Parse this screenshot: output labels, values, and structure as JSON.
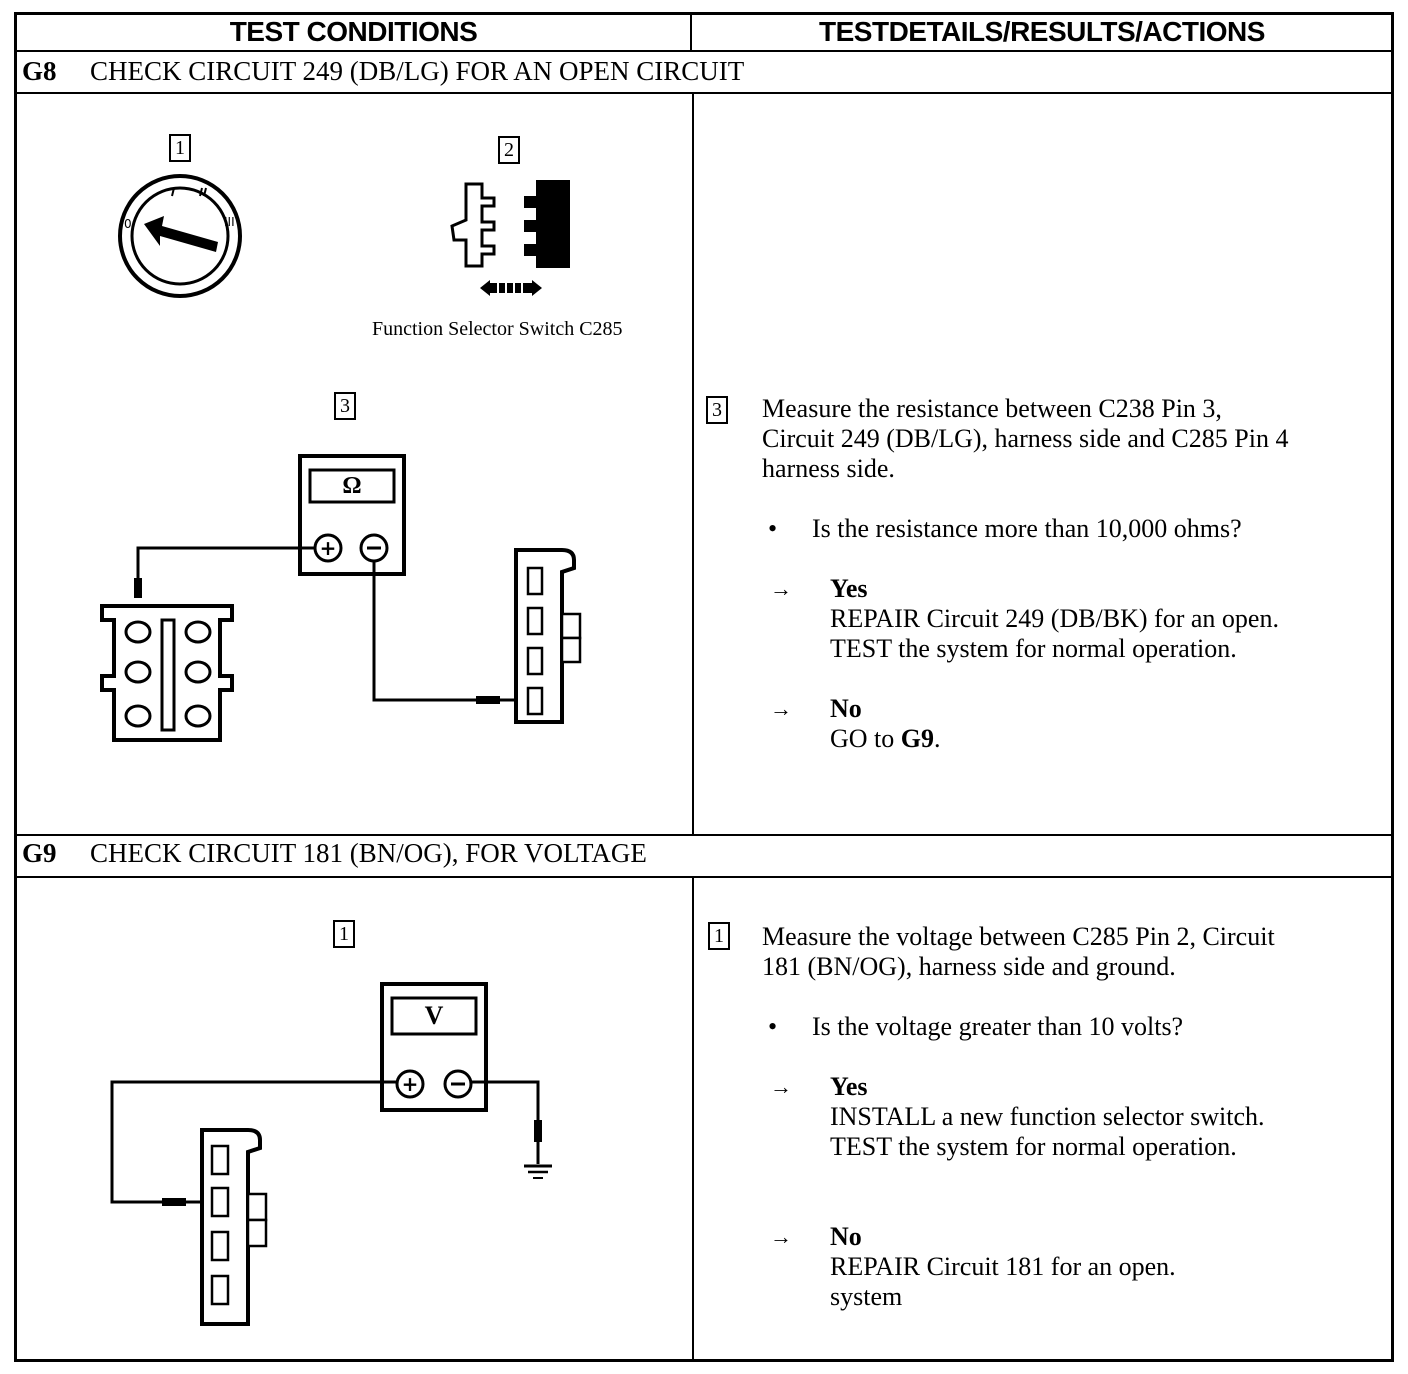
{
  "header": {
    "left": "TEST CONDITIONS",
    "right": "TESTDETAILS/RESULTS/ACTIONS"
  },
  "g8": {
    "code": "G8",
    "title": "CHECK CIRCUIT 249 (DB/LG) FOR AN OPEN CIRCUIT",
    "diagram": {
      "box1": "1",
      "box2": "2",
      "box3": "3",
      "caption": "Function Selector Switch C285",
      "meter_symbol": "Ω"
    },
    "step": {
      "num": "3",
      "line1": "Measure the resistance between C238 Pin 3,",
      "line2": "Circuit 249 (DB/LG), harness side and C285 Pin 4",
      "line3": "harness side.",
      "question": "Is the resistance more than 10,000 ohms?",
      "yes_label": "Yes",
      "yes_line1": "REPAIR Circuit 249 (DB/BK) for an open.",
      "yes_line2": "TEST the system for normal operation.",
      "no_label": "No",
      "no_prefix": "GO to ",
      "no_target": "G9",
      "no_suffix": "."
    }
  },
  "g9": {
    "code": "G9",
    "title": "CHECK CIRCUIT 181 (BN/OG), FOR VOLTAGE",
    "diagram": {
      "box1": "1",
      "meter_symbol": "V"
    },
    "step": {
      "num": "1",
      "line1": "Measure the voltage between C285 Pin 2, Circuit",
      "line2": "181 (BN/OG), harness side and ground.",
      "question": "Is the voltage greater than 10 volts?",
      "yes_label": "Yes",
      "yes_line1": "INSTALL a new function selector switch.",
      "yes_line2": "TEST the system for normal operation.",
      "no_label": "No",
      "no_line1": "REPAIR Circuit 181 for an open.",
      "no_line2": "system"
    }
  }
}
